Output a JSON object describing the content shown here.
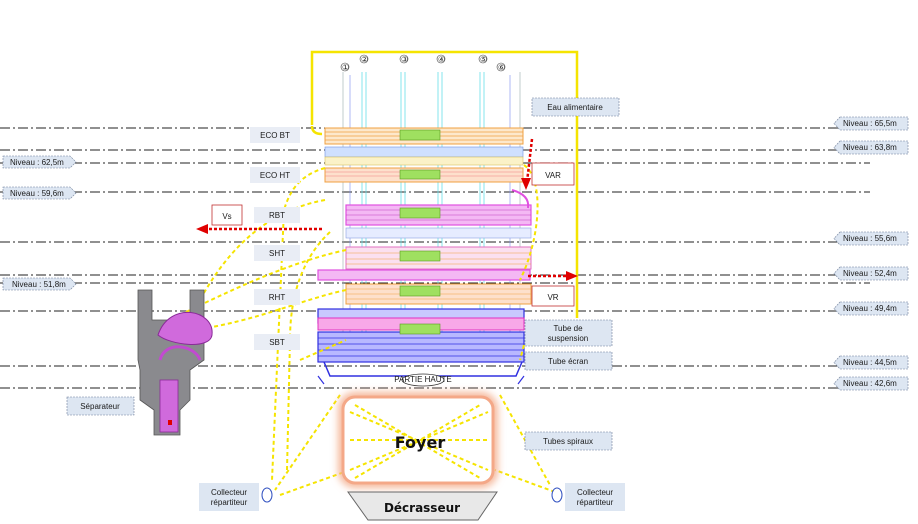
{
  "levels": {
    "l655": "Niveau : 65,5m",
    "l638": "Niveau : 63,8m",
    "l625": "Niveau : 62,5m",
    "l596": "Niveau : 59,6m",
    "l556": "Niveau : 55,6m",
    "l524": "Niveau : 52,4m",
    "l518": "Niveau : 51,8m",
    "l494": "Niveau : 49,4m",
    "l445": "Niveau : 44,5m",
    "l426": "Niveau : 42,6m"
  },
  "banks": {
    "eco_bt": "ECO BT",
    "eco_ht": "ECO HT",
    "rbt": "RBT",
    "sht": "SHT",
    "rht": "RHT",
    "sbt": "SBT"
  },
  "callouts": {
    "eau_alimentaire": "Eau alimentaire",
    "var": "VAR",
    "vr": "VR",
    "vs": "Vs",
    "tube_suspension_1": "Tube de",
    "tube_suspension_2": "suspension",
    "tube_ecran": "Tube écran",
    "tubes_spiraux": "Tubes spiraux",
    "separateur": "Séparateur",
    "collecteur_left_1": "Collecteur",
    "collecteur_left_2": "répartiteur",
    "collecteur_right_1": "Collecteur",
    "collecteur_right_2": "répartiteur",
    "partie_haute": "PARTIE HAUTE"
  },
  "zones": {
    "foyer": "Foyer",
    "decrasseur": "Décrasseur"
  },
  "columns": {
    "c1": "①",
    "c2": "②",
    "c3": "③",
    "c4": "④",
    "c5": "⑤",
    "c6": "⑥"
  },
  "colors": {
    "steam_line": "#f5e400",
    "flow_arrow": "#e00000",
    "eco": "#f0a040",
    "reheat": "#e050e0",
    "sbt": "#3030e0",
    "foyer_glow": "#f4b090",
    "callout_bg": "#dde6f2"
  }
}
